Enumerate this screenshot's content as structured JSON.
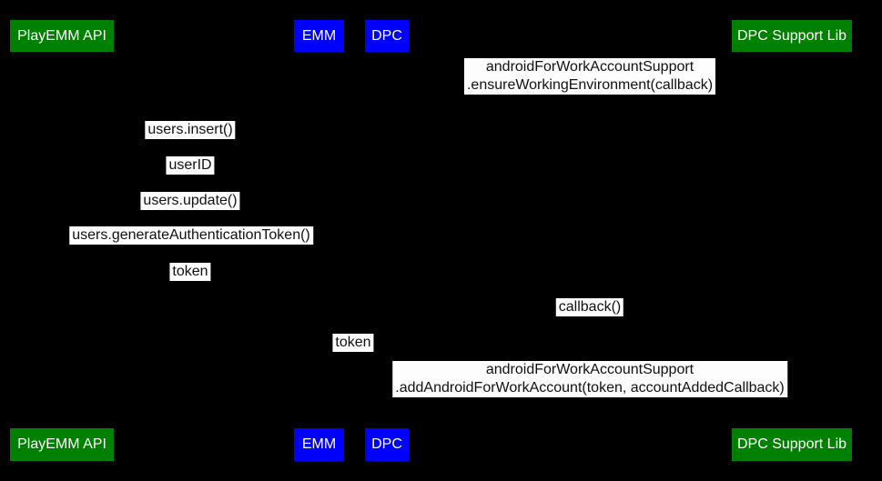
{
  "diagram_type": "sequence-diagram",
  "colors": {
    "background": "#000000",
    "participant_green": "#008000",
    "participant_blue": "#0000ff",
    "participant_text": "#ffffff",
    "message_bg": "#fdfdfd",
    "message_text": "#111111"
  },
  "participants": [
    {
      "label": "PlayEMM API",
      "color": "#008000"
    },
    {
      "label": "EMM",
      "color": "#0000ff"
    },
    {
      "label": "DPC",
      "color": "#0000ff"
    },
    {
      "label": "DPC Support Lib",
      "color": "#008000"
    }
  ],
  "messages": [
    {
      "lines": [
        "androidForWorkAccountSupport",
        ".ensureWorkingEnvironment(callback)"
      ]
    },
    {
      "lines": [
        "users.insert()"
      ]
    },
    {
      "lines": [
        "userID"
      ]
    },
    {
      "lines": [
        "users.update()"
      ]
    },
    {
      "lines": [
        "users.generateAuthenticationToken()"
      ]
    },
    {
      "lines": [
        "token"
      ]
    },
    {
      "lines": [
        "callback()"
      ]
    },
    {
      "lines": [
        "token"
      ]
    },
    {
      "lines": [
        "androidForWorkAccountSupport",
        ".addAndroidForWorkAccount(token, accountAddedCallback)"
      ]
    }
  ]
}
